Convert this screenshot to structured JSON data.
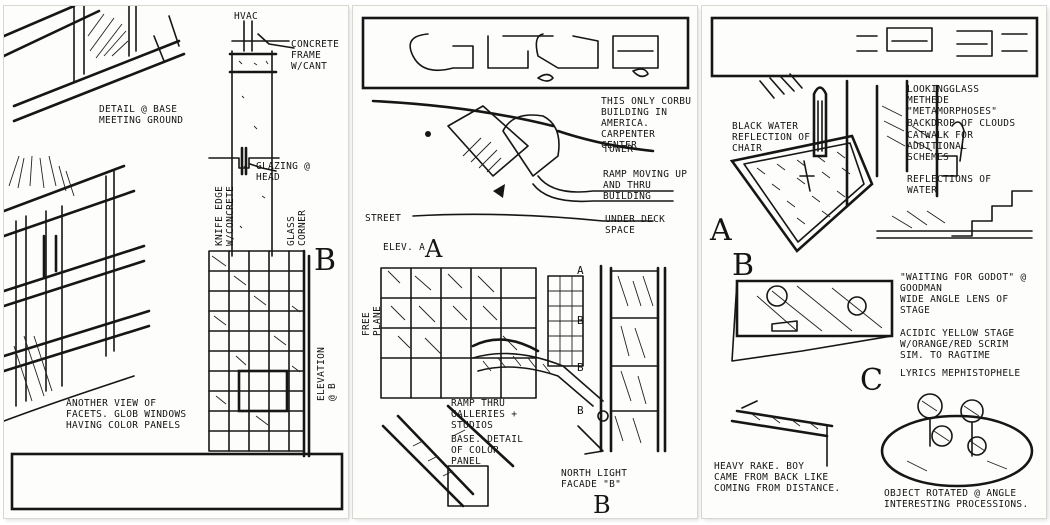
{
  "pages": {
    "left": {
      "notes": {
        "hvac": "HVAC",
        "concrete_frame": "CONCRETE\nFRAME\nW/CANT",
        "detail_base": "DETAIL @ BASE\nMEETING GROUND",
        "glazing_head": "GLAZING @\nHEAD",
        "knife_edge": "KNIFE EDGE\nW/CONCRETE",
        "glass_corner": "GLASS\nCORNER",
        "elevation_b": "ELEVATION @ B",
        "another_view": "ANOTHER VIEW OF\nFACETS. GLOB WINDOWS\nHAVING COLOR PANELS"
      },
      "letters": {
        "b": "B"
      }
    },
    "center": {
      "notes": {
        "only_corbu": "THIS ONLY CORBU\nBUILDING IN\nAMERICA.\nCARPENTER CENTER",
        "tower": "TOWER",
        "ramp_moving": "RAMP MOVING UP\nAND THRU BUILDING",
        "under_deck": "UNDER DECK\nSPACE",
        "street": "STREET",
        "elev_a": "ELEV. A",
        "free_plane": "FREE\nPLANE",
        "ramp_galleries": "RAMP THRU\nGALLERIES +\nSTUDIOS",
        "base_detail": "BASE. DETAIL\nOF COLOR\nPANEL",
        "north_light": "NORTH LIGHT\nFACADE \"B\""
      },
      "letters": {
        "a": "A",
        "b": "B",
        "bay_labels": [
          "A",
          "B",
          "B",
          "B"
        ]
      }
    },
    "right": {
      "notes": {
        "looking_glass": "LOOKINGGLASS\nMETHEDE\n\"METAMORPHOSES\"",
        "backdrop": "BACKDROP OF CLOUDS",
        "catwalk": "CATWALK FOR\nADDITIONAL\nSCHEMES",
        "black_water": "BLACK WATER\nREFLECTION OF\nCHAIR",
        "reflections": "REFLECTIONS OF\nWATER",
        "godot": "\"WAITING FOR GODOT\" @\nGOODMAN\nWIDE ANGLE LENS OF\nSTAGE",
        "acidic": "ACIDIC YELLOW STAGE\nW/ORANGE/RED SCRIM\nSIM. TO RAGTIME",
        "lyrics": "LYRICS MEPHISTOPHELE",
        "heavy_rake": "HEAVY RAKE. BOY\nCAME FROM BACK LIKE\nCOMING FROM DISTANCE.",
        "object_rotated": "OBJECT ROTATED @ ANGLE\nINTERESTING PROCESSIONS."
      },
      "letters": {
        "a": "A",
        "b": "B",
        "c": "C"
      }
    }
  }
}
